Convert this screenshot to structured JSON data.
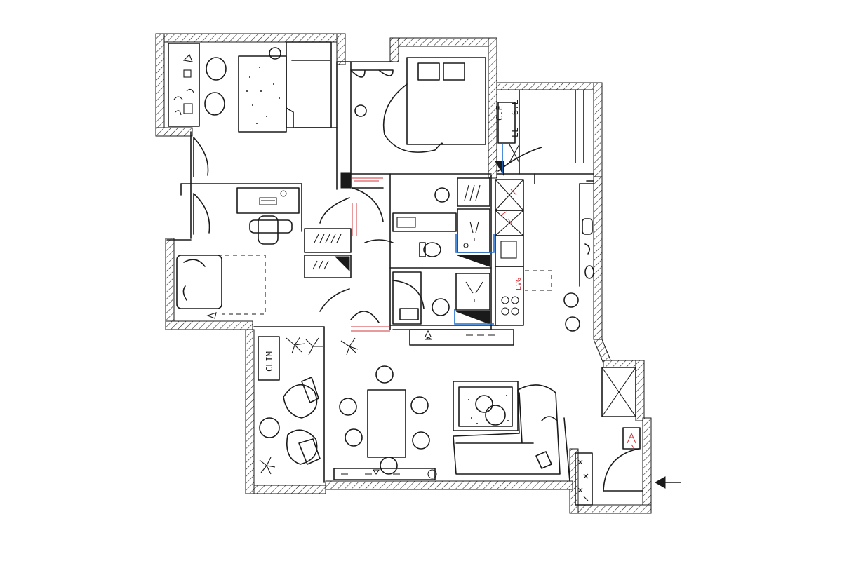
{
  "labels": {
    "clim": "CLIM",
    "ce": "C.E",
    "ll": "LL",
    "sl": "S.L",
    "lvg": "LVG"
  },
  "colors": {
    "ink": "#1a1a1a",
    "accent_red": "#d2343a",
    "accent_blue": "#1f6fd1",
    "background": "#ffffff"
  }
}
